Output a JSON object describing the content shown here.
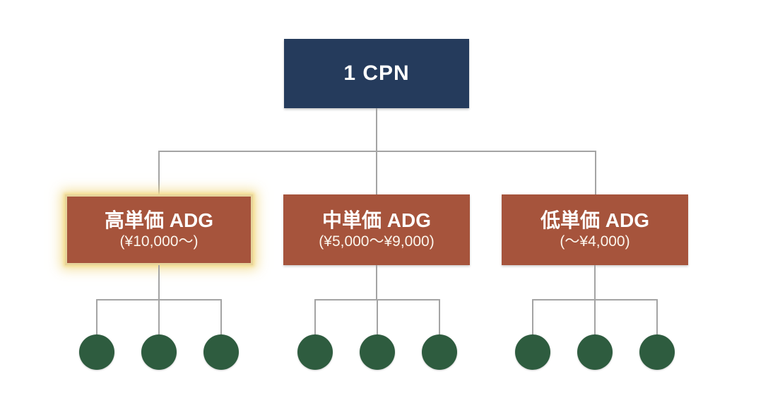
{
  "diagram": {
    "root": {
      "label": "1 CPN"
    },
    "groups": [
      {
        "title": "高単価 ADG",
        "range": "(¥10,000〜)",
        "highlighted": true,
        "children_count": 3
      },
      {
        "title": "中単価 ADG",
        "range": "(¥5,000〜¥9,000)",
        "highlighted": false,
        "children_count": 3
      },
      {
        "title": "低単価 ADG",
        "range": "(〜¥4,000)",
        "highlighted": false,
        "children_count": 3
      }
    ]
  },
  "colors": {
    "root_box": "#253B5C",
    "group_box": "#A6543C",
    "leaf_circle": "#2E5C3F",
    "connector": "#A4A4A4",
    "highlight_border": "#E7D49B",
    "highlight_glow": "#F2DC8E",
    "background": "#FFFFFF",
    "text_light": "#FFFFFF"
  }
}
